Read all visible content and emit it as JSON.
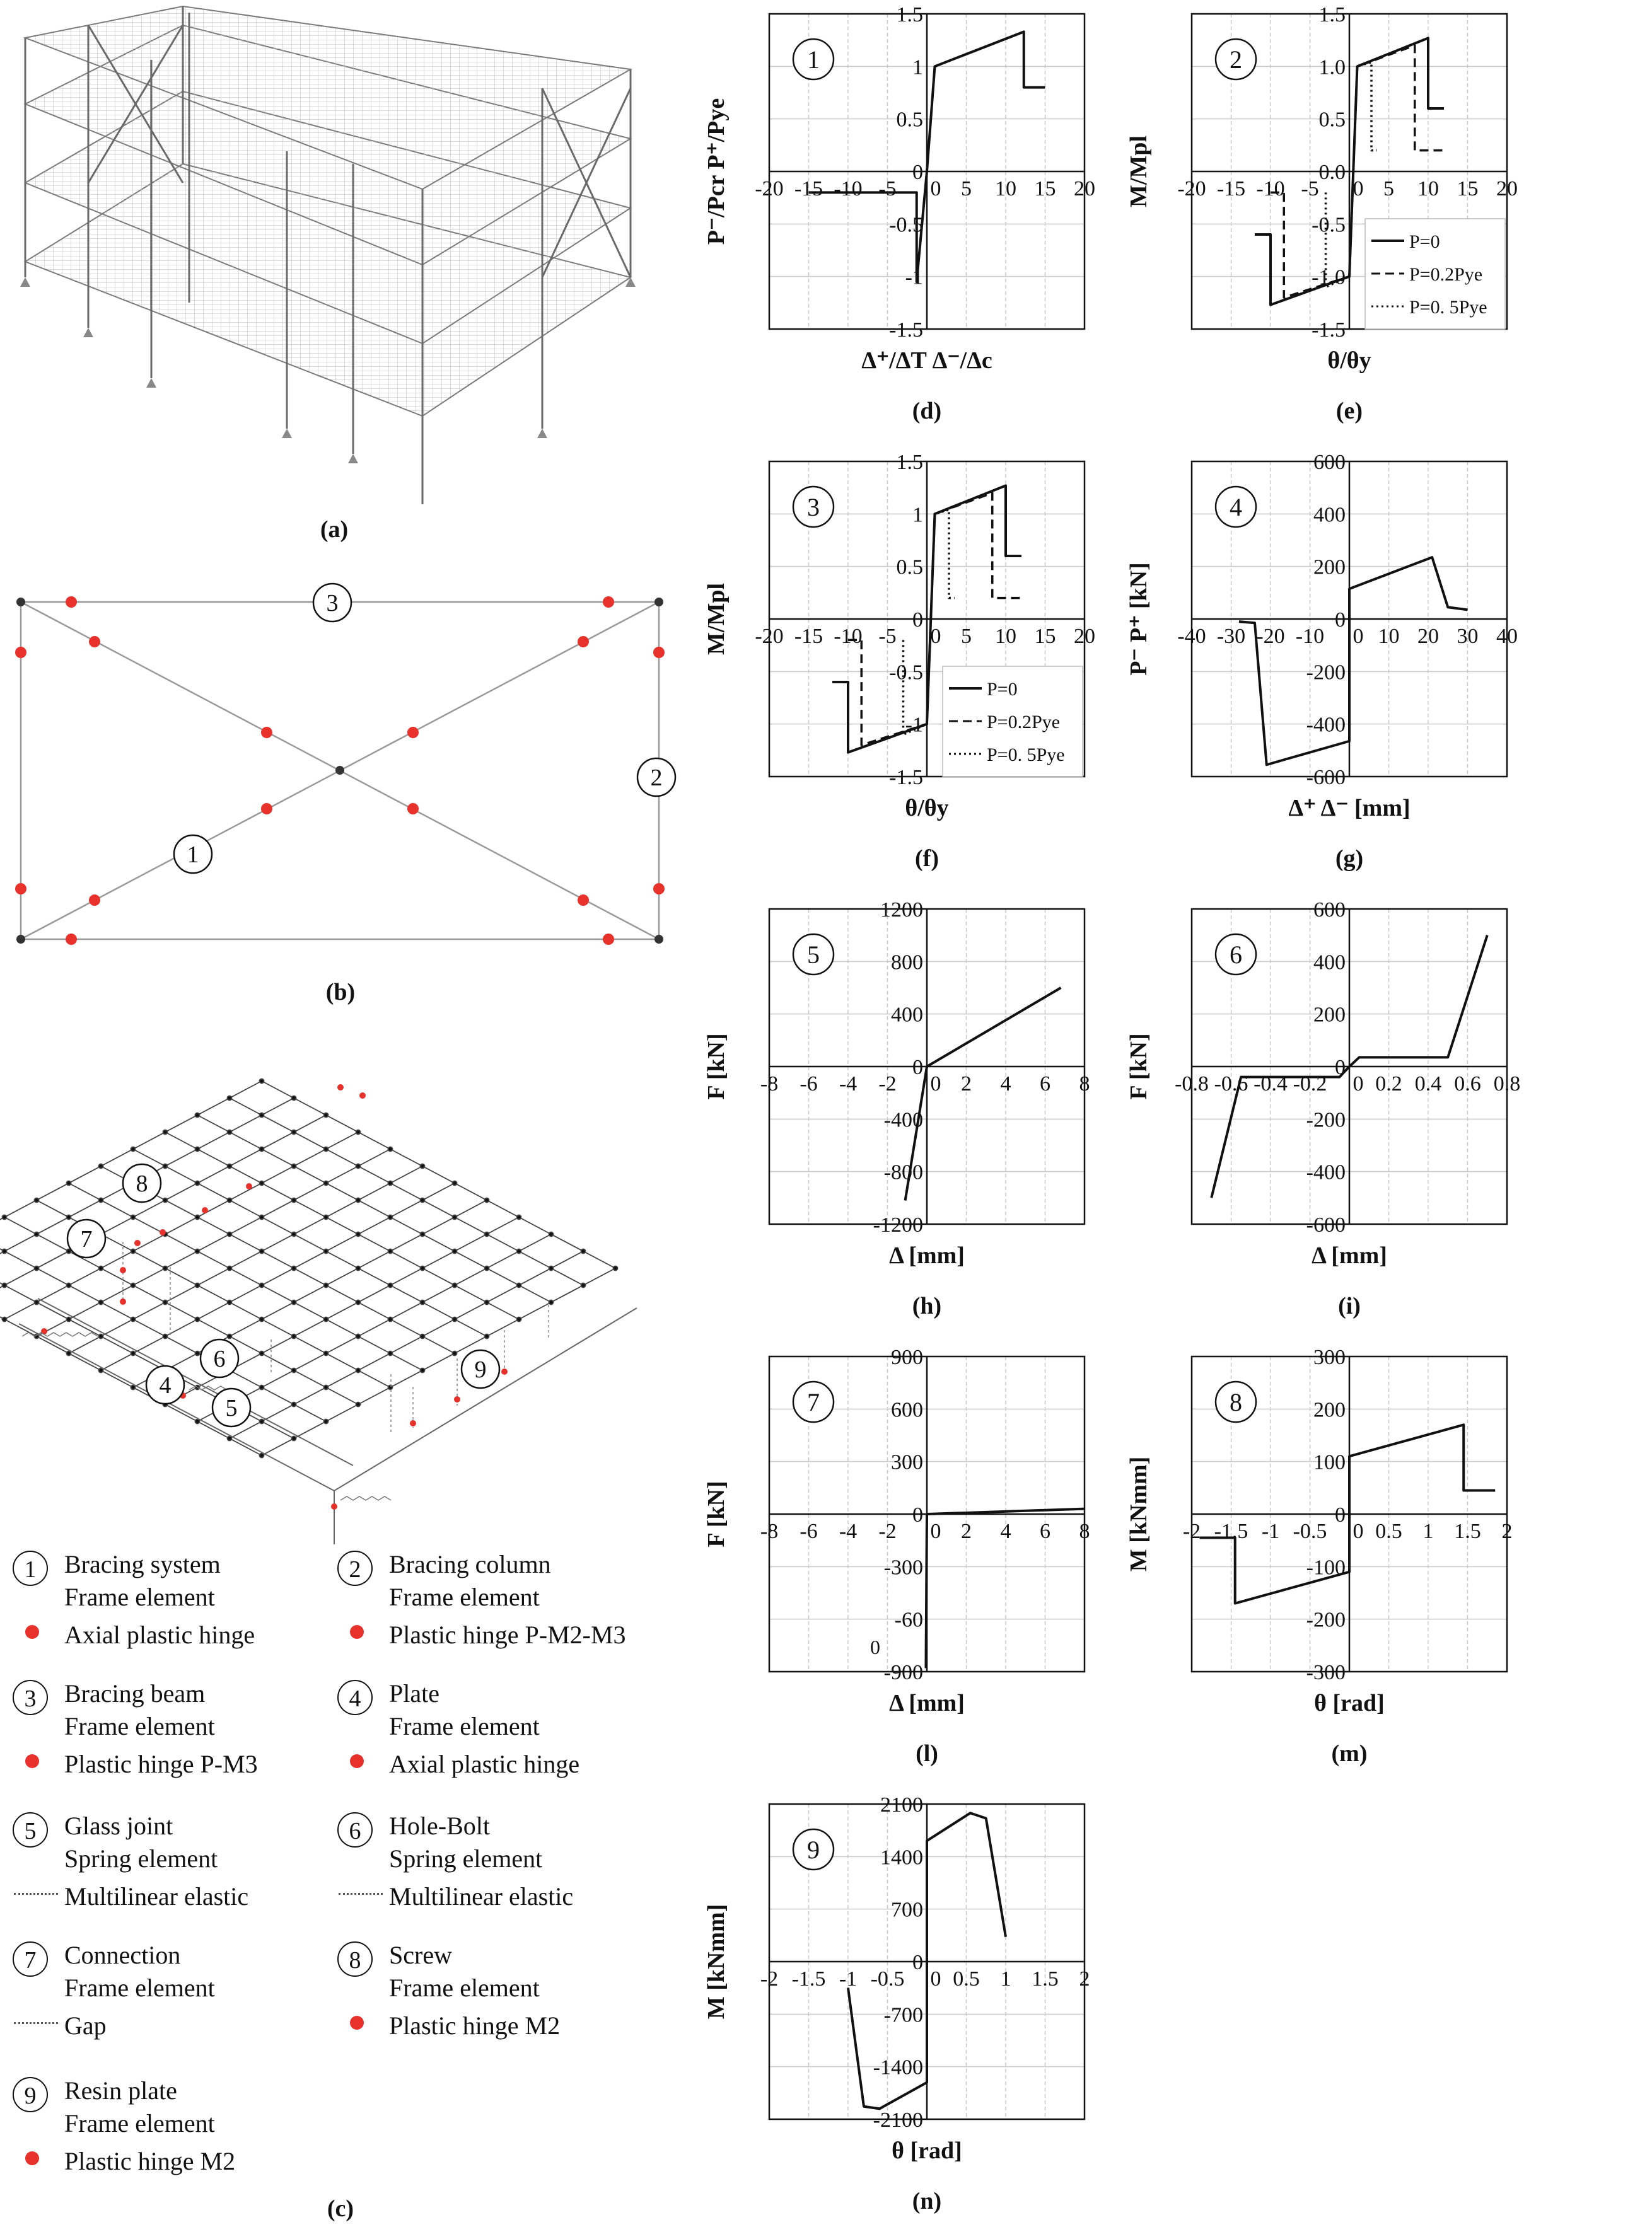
{
  "captions": {
    "a": "(a)",
    "b": "(b)",
    "c": "(c)",
    "d": "(d)",
    "e": "(e)",
    "f": "(f)",
    "g": "(g)",
    "h": "(h)",
    "i": "(i)",
    "l": "(l)",
    "m": "(m)",
    "n": "(n)"
  },
  "diagram_b": {
    "labels": [
      "1",
      "2",
      "3"
    ]
  },
  "diagram_c": {
    "labels": [
      "4",
      "5",
      "6",
      "7",
      "8",
      "9"
    ]
  },
  "legend": [
    {
      "num": "1",
      "line1": "Bracing system",
      "line2": "Frame element",
      "item": "Axial plastic hinge",
      "marker": "dot"
    },
    {
      "num": "2",
      "line1": "Bracing column",
      "line2": "Frame element",
      "item": "Plastic hinge P-M2-M3",
      "marker": "dot"
    },
    {
      "num": "3",
      "line1": "Bracing beam",
      "line2": "Frame element",
      "item": "Plastic hinge P-M3",
      "marker": "dot"
    },
    {
      "num": "4",
      "line1": "Plate",
      "line2": "Frame element",
      "item": "Axial plastic hinge",
      "marker": "dot"
    },
    {
      "num": "5",
      "line1": "Glass joint",
      "line2": "Spring element",
      "item": "Multilinear elastic",
      "marker": "spring"
    },
    {
      "num": "6",
      "line1": "Hole-Bolt",
      "line2": "Spring element",
      "item": "Multilinear elastic",
      "marker": "spring"
    },
    {
      "num": "7",
      "line1": "Connection",
      "line2": "Frame element",
      "item": "Gap",
      "marker": "spring"
    },
    {
      "num": "8",
      "line1": "Screw",
      "line2": "Frame element",
      "item": "Plastic hinge M2",
      "marker": "dot"
    },
    {
      "num": "9",
      "line1": "Resin plate",
      "line2": "Frame element",
      "item": "Plastic hinge M2",
      "marker": "dot"
    }
  ],
  "colors": {
    "hinge": "#e8312b",
    "line": "#111111",
    "grid": "#c8c8c8"
  },
  "chart_data": [
    {
      "id": "d",
      "type": "line",
      "badge": "1",
      "xlim": [
        -20,
        20
      ],
      "ylim": [
        -1.5,
        1.5
      ],
      "xticks": [
        "-20",
        "-15",
        "-10",
        "-5",
        "0",
        "5",
        "10",
        "15",
        "20"
      ],
      "yticks": [
        "-1.5",
        "-1",
        "-0.5",
        "0",
        "0.5",
        "1",
        "1.5"
      ],
      "xlabel": "Δ⁺/ΔT  Δ⁻/Δc",
      "ylabel": "P⁻/Pcr  P⁺/Pye",
      "series": [
        {
          "style": "solid",
          "x": [
            -15,
            -5,
            -5,
            -1.3,
            -1.3,
            0,
            1,
            12.3,
            12.3,
            15
          ],
          "y": [
            -0.2,
            -0.2,
            -0.2,
            -0.2,
            -1.05,
            0,
            1.0,
            1.33,
            0.8,
            0.8
          ]
        }
      ]
    },
    {
      "id": "e",
      "type": "line",
      "badge": "2",
      "xlim": [
        -20,
        20
      ],
      "ylim": [
        -1.5,
        1.5
      ],
      "xticks": [
        "-20",
        "-15",
        "-10",
        "-5",
        "0",
        "5",
        "10",
        "15",
        "20"
      ],
      "yticks": [
        "-1.5",
        "-1.0",
        "-0.5",
        "0.0",
        "0.5",
        "1.0",
        "1.5"
      ],
      "xlabel": "θ/θy",
      "ylabel": "M/Mpl",
      "legend": [
        "P=0",
        "P=0.2Pye",
        "P=0. 5Pye"
      ],
      "series": [
        {
          "name": "P=0",
          "style": "solid",
          "x": [
            -12,
            -10,
            -10,
            0,
            1,
            10,
            10,
            12
          ],
          "y": [
            -0.6,
            -0.6,
            -1.27,
            -1.0,
            1.0,
            1.27,
            0.6,
            0.6
          ]
        },
        {
          "name": "P=0.2Pye",
          "style": "dashed",
          "x": [
            -10,
            -8.3,
            -8.3,
            0,
            1,
            8.3,
            8.3,
            12
          ],
          "y": [
            -0.2,
            -0.2,
            -1.2,
            -1.0,
            1.0,
            1.2,
            0.2,
            0.2
          ]
        },
        {
          "name": "P=0. 5Pye",
          "style": "dotted",
          "x": [
            -3,
            -3,
            0,
            1,
            2.8,
            2.8,
            3.5
          ],
          "y": [
            -0.2,
            -1.1,
            -1.0,
            1.0,
            1.04,
            0.2,
            0.2
          ]
        }
      ]
    },
    {
      "id": "f",
      "type": "line",
      "badge": "3",
      "xlim": [
        -20,
        20
      ],
      "ylim": [
        -1.5,
        1.5
      ],
      "xticks": [
        "-20",
        "-15",
        "-10",
        "-5",
        "0",
        "5",
        "10",
        "15",
        "20"
      ],
      "yticks": [
        "-1.5",
        "-1",
        "-0.5",
        "0",
        "0.5",
        "1",
        "1.5"
      ],
      "xlabel": "θ/θy",
      "ylabel": "M/Mpl",
      "legend": [
        "P=0",
        "P=0.2Pye",
        "P=0. 5Pye"
      ],
      "series": [
        {
          "name": "P=0",
          "style": "solid",
          "x": [
            -12,
            -10,
            -10,
            0,
            1,
            10,
            10,
            12
          ],
          "y": [
            -0.6,
            -0.6,
            -1.27,
            -1.0,
            1.0,
            1.27,
            0.6,
            0.6
          ]
        },
        {
          "name": "P=0.2Pye",
          "style": "dashed",
          "x": [
            -10,
            -8.3,
            -8.3,
            0,
            1,
            8.3,
            8.3,
            12
          ],
          "y": [
            -0.2,
            -0.2,
            -1.2,
            -1.0,
            1.0,
            1.2,
            0.2,
            0.2
          ]
        },
        {
          "name": "P=0. 5Pye",
          "style": "dotted",
          "x": [
            -3,
            -3,
            0,
            1,
            2.8,
            2.8,
            3.5
          ],
          "y": [
            -0.2,
            -1.1,
            -1.0,
            1.0,
            1.04,
            0.2,
            0.2
          ]
        }
      ]
    },
    {
      "id": "g",
      "type": "line",
      "badge": "4",
      "xlim": [
        -40,
        40
      ],
      "ylim": [
        -600,
        600
      ],
      "xticks": [
        "-40",
        "-30",
        "-20",
        "-10",
        "0",
        "10",
        "20",
        "30",
        "40"
      ],
      "yticks": [
        "-600",
        "-400",
        "-200",
        "0",
        "200",
        "400",
        "600"
      ],
      "xlabel": "Δ⁺  Δ⁻ [mm]",
      "ylabel": "P⁻  P⁺ [kN]",
      "series": [
        {
          "style": "solid",
          "x": [
            -28,
            -24,
            -21,
            0,
            0,
            0,
            21,
            25,
            30
          ],
          "y": [
            -10,
            -15,
            -555,
            -465,
            0,
            115,
            235,
            45,
            35
          ]
        }
      ]
    },
    {
      "id": "h",
      "type": "line",
      "badge": "5",
      "xlim": [
        -8,
        8
      ],
      "ylim": [
        -1200,
        1200
      ],
      "xticks": [
        "-8",
        "-6",
        "-4",
        "-2",
        "0",
        "2",
        "4",
        "6",
        "8"
      ],
      "yticks": [
        "-1200",
        "-800",
        "-400",
        "0",
        "400",
        "800",
        "1200"
      ],
      "xlabel": "Δ [mm]",
      "ylabel": "F [kN]",
      "series": [
        {
          "style": "solid",
          "x": [
            -1.1,
            0,
            6.8
          ],
          "y": [
            -1020,
            0,
            600
          ]
        }
      ]
    },
    {
      "id": "i",
      "type": "line",
      "badge": "6",
      "xlim": [
        -0.8,
        0.8
      ],
      "ylim": [
        -600,
        600
      ],
      "xticks": [
        "-0.8",
        "-0.6",
        "-0.4",
        "-0.2",
        "0",
        "0.2",
        "0.4",
        "0.6",
        "0.8"
      ],
      "yticks": [
        "-600",
        "-400",
        "-200",
        "0",
        "200",
        "400",
        "600"
      ],
      "xlabel": "Δ [mm]",
      "ylabel": "F [kN]",
      "series": [
        {
          "style": "solid",
          "x": [
            -0.7,
            -0.55,
            -0.05,
            0,
            0.05,
            0.5,
            0.7
          ],
          "y": [
            -500,
            -40,
            -40,
            0,
            35,
            35,
            500
          ]
        }
      ]
    },
    {
      "id": "l",
      "type": "line",
      "badge": "7",
      "xlim": [
        -8,
        8
      ],
      "ylim": [
        -900,
        900
      ],
      "xticks": [
        "-8",
        "-6",
        "-4",
        "-2",
        "0",
        "2",
        "4",
        "6",
        "8"
      ],
      "yticks": [
        "-900",
        "-60",
        "-300",
        "0",
        "300",
        "600",
        "900"
      ],
      "xlabel": "Δ [mm]",
      "ylabel": "F [kN]",
      "annotations": [
        "0"
      ],
      "series": [
        {
          "style": "solid",
          "x": [
            -0.05,
            0,
            8
          ],
          "y": [
            -880,
            0,
            30
          ]
        }
      ]
    },
    {
      "id": "m",
      "type": "line",
      "badge": "8",
      "xlim": [
        -2,
        2
      ],
      "ylim": [
        -300,
        300
      ],
      "xticks": [
        "-2",
        "-1.5",
        "-1",
        "-0.5",
        "0",
        "0.5",
        "1",
        "1.5",
        "2"
      ],
      "yticks": [
        "-300",
        "-200",
        "-100",
        "0",
        "100",
        "200",
        "300"
      ],
      "xlabel": "θ [rad]",
      "ylabel": "M [kNmm]",
      "series": [
        {
          "style": "solid",
          "x": [
            -1.9,
            -1.45,
            -1.45,
            0,
            0,
            0,
            1.45,
            1.45,
            1.85
          ],
          "y": [
            -45,
            -45,
            -170,
            -110,
            0,
            110,
            170,
            45,
            45
          ]
        }
      ]
    },
    {
      "id": "n",
      "type": "line",
      "badge": "9",
      "xlim": [
        -2,
        2
      ],
      "ylim": [
        -2100,
        2100
      ],
      "xticks": [
        "-2",
        "-1.5",
        "-1",
        "-0.5",
        "0",
        "0.5",
        "1",
        "1.5",
        "2"
      ],
      "yticks": [
        "-2100",
        "-1400",
        "-700",
        "0",
        "700",
        "1400",
        "2100"
      ],
      "xlabel": "θ [rad]",
      "ylabel": "M [kNmm]",
      "series": [
        {
          "style": "solid",
          "x": [
            -1,
            -0.8,
            -0.6,
            0,
            0,
            0,
            0.55,
            0.75,
            1
          ],
          "y": [
            -350,
            -1930,
            -1960,
            -1610,
            0,
            1610,
            1980,
            1910,
            330
          ]
        }
      ]
    }
  ]
}
